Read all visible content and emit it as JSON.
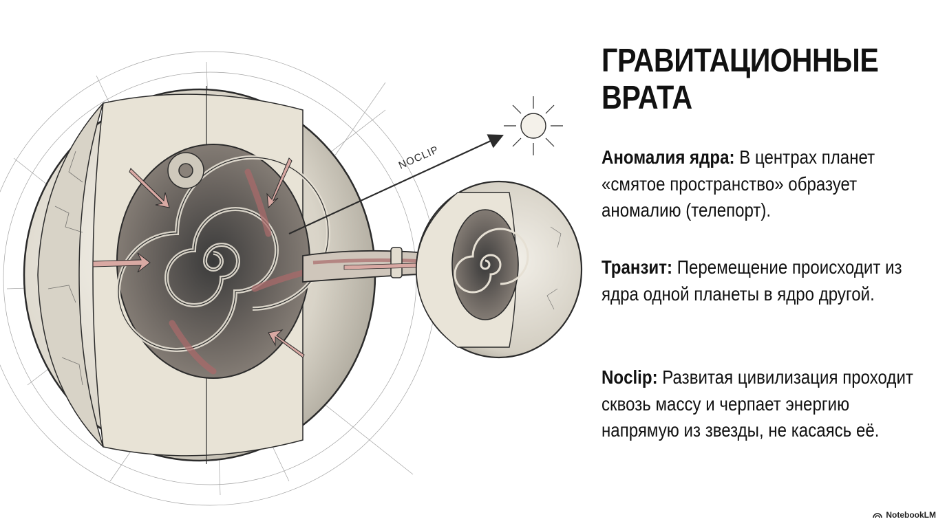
{
  "slide": {
    "title": "ГРАВИТАЦИОННЫЕ ВРАТА",
    "blocks": [
      {
        "term": "Аномалия ядра:",
        "text": "В центрах планет «смятое пространство» образует аномалию (телепорт)."
      },
      {
        "term": "Транзит:",
        "text": "Перемещение происходит из ядра одной планеты в ядро другой."
      },
      {
        "term": "Noclip:",
        "text": "Развитая цивилизация проходит сквозь массу и черпает энергию напрямую из звезды, не касаясь её."
      }
    ]
  },
  "illustration": {
    "arrow_label": "NOCLIP"
  },
  "brand": {
    "name": "NotebookLM",
    "icon": "notebooklm-logo-icon"
  },
  "colors": {
    "ink": "#2b2b2b",
    "paper": "#ece7da",
    "flesh": "#a86a6a",
    "background": "#ffffff"
  }
}
